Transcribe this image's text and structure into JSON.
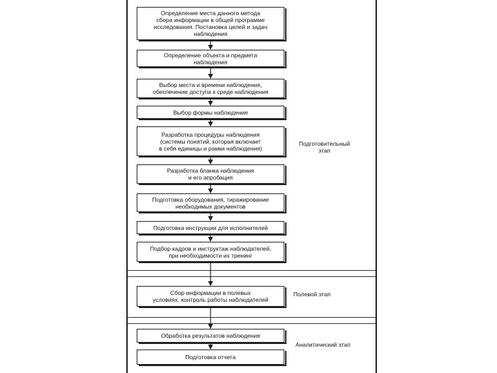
{
  "steps": [
    {
      "text": "Определение места данного метода\nсбора информации в общей программе\nисследования. Постановка целей и задач\nнаблюдения"
    },
    {
      "text": "Определение объекта и предмета\nнаблюдения"
    },
    {
      "text": "Выбор места и времени наблюдения,\nобеспечение доступа к среде наблюдения"
    },
    {
      "text": "Выбор формы наблюдения"
    },
    {
      "text": "Разработка процедуры наблюдения\n(системы понятий, которая включает\nв себя единицы и рамки наблюдения)"
    },
    {
      "text": "Разработка бланка наблюдения\nи его апробация"
    },
    {
      "text": "Подготовка оборудования, тиражирование\nнеобходимых документов"
    },
    {
      "text": "Подготовка инструкции для исполнителей"
    },
    {
      "text": "Подбор кадров и инструктаж наблюдателей,\nпри необходимости их тренинг"
    },
    {
      "text": "Сбор информации в полевых\nусловиях, контроль работы наблюдателей"
    },
    {
      "text": "Обработка результатов наблюдения"
    },
    {
      "text": "Подготовка отчета"
    }
  ],
  "stages": {
    "preparatory": "Подготовительный\nэтап",
    "field": "Полевой этап",
    "analytical": "Аналитический этап"
  }
}
